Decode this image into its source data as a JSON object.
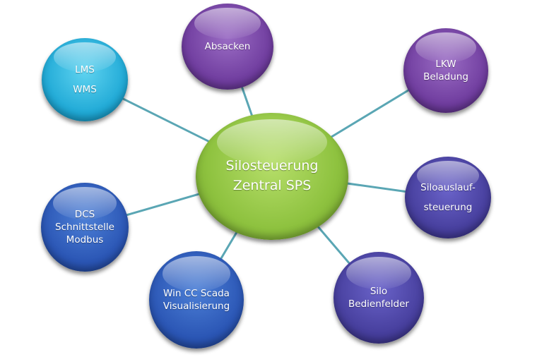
{
  "center": {
    "line1": "Silosteuerung",
    "line2": "Zentral SPS"
  },
  "nodes": {
    "absacken": {
      "line1": "Absacken"
    },
    "lkw": {
      "line1": "LKW",
      "line2": "Beladung"
    },
    "lms": {
      "line1": "LMS",
      "line2": "WMS"
    },
    "siloauslauf": {
      "line1": "Siloauslauf-",
      "line2": "steuerung"
    },
    "dcs": {
      "line1": "DCS",
      "line2": "Schnittstelle",
      "line3": "Modbus"
    },
    "wincc": {
      "line1": "Win CC Scada",
      "line2": "Visualisierung"
    },
    "silo": {
      "line1": "Silo",
      "line2": "Bedienfelder"
    }
  },
  "colors": {
    "connector": "#5aa6b4",
    "center": "#8ec23f",
    "purple": "#6f3c9e",
    "cyan": "#1fa9d6",
    "blue": "#2a55b4",
    "navy": "#463e9c"
  }
}
